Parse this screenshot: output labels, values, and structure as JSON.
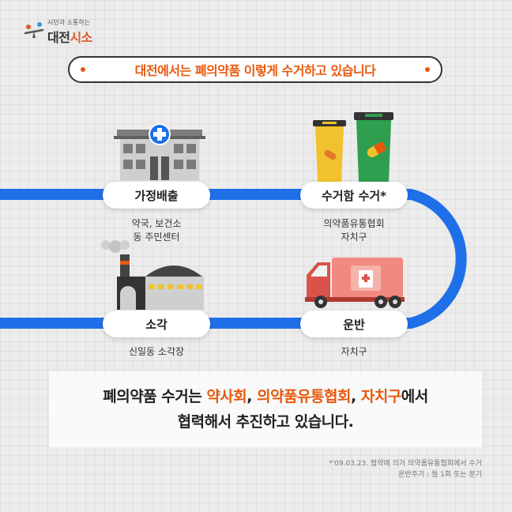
{
  "logo": {
    "tagline": "시민과 소통하는",
    "name_prefix": "대전",
    "name_accent": "시소"
  },
  "banner": {
    "title": "대전에서는 폐의약품 이렇게 수거하고 있습니다"
  },
  "steps": [
    {
      "label": "가정배출",
      "caption_1": "약국, 보건소",
      "caption_2": "동 주민센터"
    },
    {
      "label": "수거함 수거*",
      "caption_1": "의약품유통협회",
      "caption_2": "자치구"
    },
    {
      "label": "운반",
      "caption_1": "자치구",
      "caption_2": ""
    },
    {
      "label": "소각",
      "caption_1": "신일동 소각장",
      "caption_2": ""
    }
  ],
  "message": {
    "line1_pre": "폐의약품 수거는 ",
    "line1_hl1": "약사회",
    "line1_sep1": ", ",
    "line1_hl2": "의약품유통협회",
    "line1_sep2": ", ",
    "line1_hl3": "자치구",
    "line1_post": "에서",
    "line2": "협력해서 추진하고 있습니다."
  },
  "footnote": {
    "line1": "*'09.03.23. 협약에 의거 의약품유통협회에서 수거",
    "line2": "운반주기 : 월 1회 또는 분기"
  },
  "colors": {
    "accent": "#e8590c",
    "path_blue": "#1f6fe8",
    "bin_yellow": "#f2c12e",
    "bin_green": "#2e9e4f",
    "truck_red": "#e8665a"
  }
}
